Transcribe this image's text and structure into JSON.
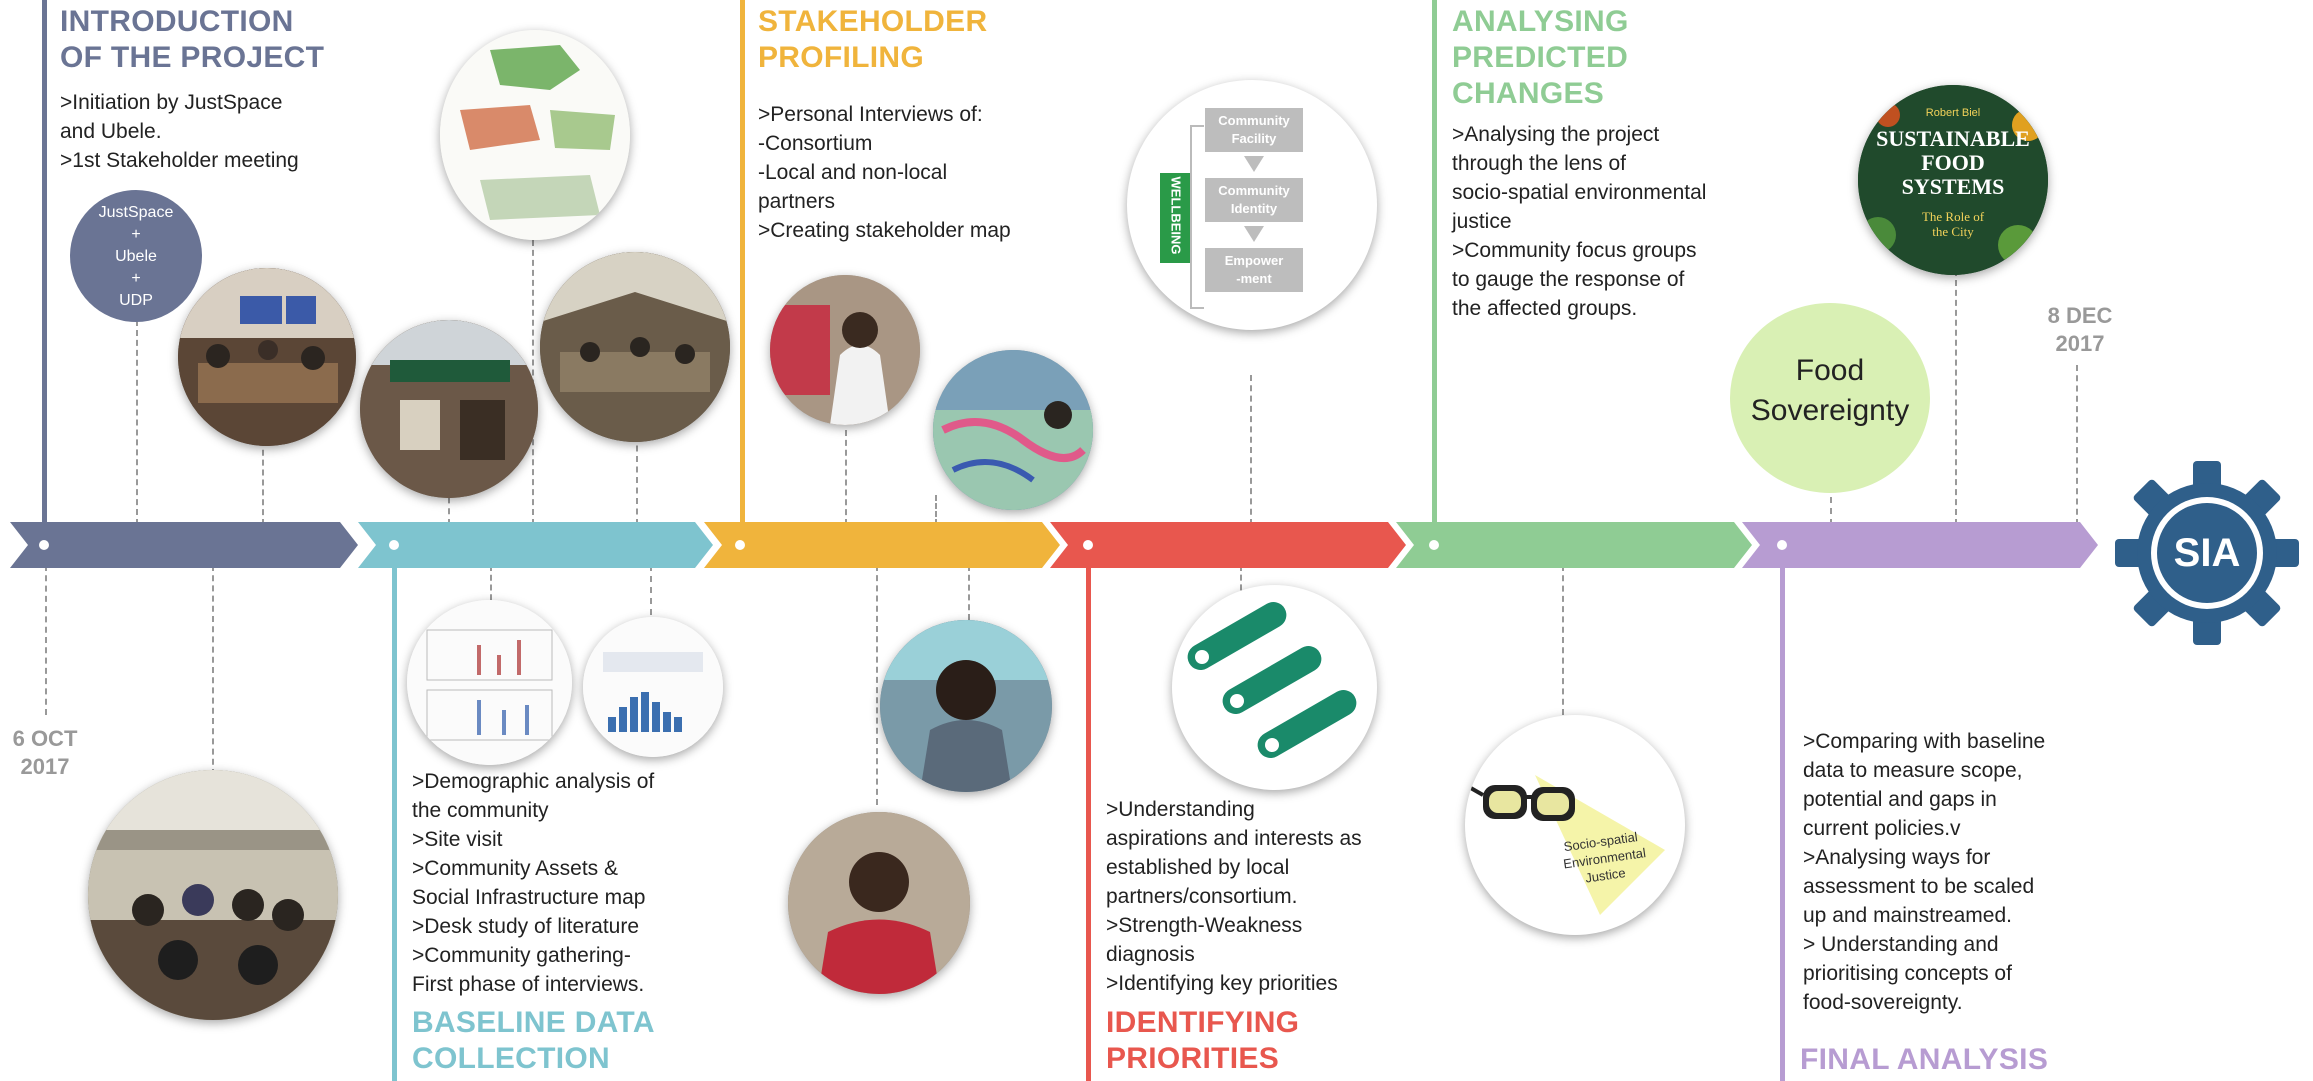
{
  "phases": [
    {
      "title_line1": "INTRODUCTION",
      "title_line2": "OF THE PROJECT",
      "color": "#6a7494",
      "lines": [
        ">Initiation by JustSpace",
        "and Ubele.",
        ">1st Stakeholder meeting"
      ]
    },
    {
      "title_line1": "BASELINE DATA",
      "title_line2": "COLLECTION",
      "color": "#7ec4cf",
      "lines": [
        ">Demographic analysis of",
        "the community",
        ">Site visit",
        ">Community Assets  &",
        "Social Infrastructure map",
        ">Desk study of literature",
        ">Community gathering-",
        "First phase of interviews."
      ]
    },
    {
      "title_line1": "STAKEHOLDER",
      "title_line2": "PROFILING",
      "color": "#f0b43c",
      "lines": [
        ">Personal Interviews of:",
        " -Consortium",
        " -Local and non-local",
        "partners",
        ">Creating stakeholder map"
      ]
    },
    {
      "title_line1": "IDENTIFYING",
      "title_line2": "PRIORITIES",
      "color": "#e8574e",
      "lines": [
        ">Understanding",
        "aspirations and interests as",
        "established by local",
        "partners/consortium.",
        ">Strength-Weakness",
        "diagnosis",
        ">Identifying key priorities"
      ]
    },
    {
      "title_line1": "ANALYSING",
      "title_line2": "PREDICTED",
      "title_line3": "CHANGES",
      "color": "#8fcc94",
      "lines": [
        ">Analysing the project",
        "through the lens of",
        "socio-spatial environmental",
        "justice",
        ">Community focus groups",
        "to gauge the response of",
        "the affected groups."
      ]
    },
    {
      "title_line1": "FINAL ANALYSIS",
      "color": "#b79cd2",
      "lines": [
        ">Comparing with baseline",
        "data to measure scope,",
        "potential and gaps in",
        "current policies.v",
        ">Analysing ways for",
        "assessment to be scaled",
        "up and mainstreamed.",
        "> Understanding and",
        "prioritising concepts of",
        "food-sovereignty."
      ]
    }
  ],
  "dates": {
    "start_line1": "6 OCT",
    "start_line2": "2017",
    "end_line1": "8 DEC",
    "end_line2": "2017"
  },
  "partners": {
    "line1": "JustSpace",
    "line2": "+",
    "line3": "Ubele",
    "line4": "+",
    "line5": "UDP"
  },
  "food_sovereignty": {
    "line1": "Food",
    "line2": "Sovereignty"
  },
  "sia_label": "SIA",
  "wellbeing_diagram": {
    "side": "WELLBEING",
    "box1_l1": "Community",
    "box1_l2": "Facility",
    "box2_l1": "Community",
    "box2_l2": "Identity",
    "box3_l1": "Empower",
    "box3_l2": "-ment"
  },
  "glasses_label": {
    "line1": "Socio-spatial",
    "line2": "Environmental",
    "line3": "Justice"
  },
  "book": {
    "author": "Robert Biel",
    "title_l1": "SUSTAINABLE",
    "title_l2": "FOOD",
    "title_l3": "SYSTEMS",
    "subtitle_l1": "The Role of",
    "subtitle_l2": "the City"
  },
  "colors": {
    "grey_dash": "#999999",
    "sia_gear": "#2f5f8a"
  }
}
